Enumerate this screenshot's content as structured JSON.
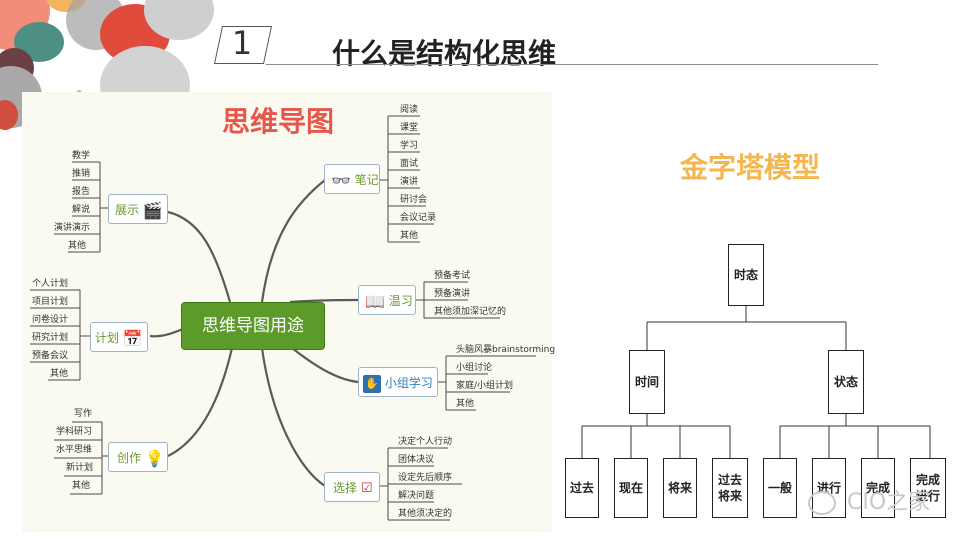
{
  "slide": {
    "number": "1",
    "title": "什么是结构化思维"
  },
  "mindmap": {
    "title": "思维导图",
    "center": "思维导图用途",
    "branches": [
      {
        "label": "展示",
        "icon": "clapperboard-icon",
        "leaves": [
          "教学",
          "推销",
          "报告",
          "解说",
          "演讲演示",
          "其他"
        ]
      },
      {
        "label": "计划",
        "icon": "calendar-icon",
        "leaves": [
          "个人计划",
          "项目计划",
          "问卷设计",
          "研究计划",
          "预备会议",
          "其他"
        ]
      },
      {
        "label": "创作",
        "icon": "lightbulb-icon",
        "leaves": [
          "写作",
          "学科研习",
          "水平思维",
          "新计划",
          "其他"
        ]
      },
      {
        "label": "笔记",
        "icon": "glasses-icon",
        "leaves": [
          "阅读",
          "课堂",
          "学习",
          "面试",
          "演讲",
          "研讨会",
          "会议记录",
          "其他"
        ]
      },
      {
        "label": "温习",
        "icon": "book-icon",
        "leaves": [
          "预备考试",
          "预备演讲",
          "其他须加深记忆的"
        ]
      },
      {
        "label": "小组学习",
        "icon": "group-icon",
        "leaves": [
          "头脑风暴brainstorming",
          "小组讨论",
          "家庭/小组计划",
          "其他"
        ]
      },
      {
        "label": "选择",
        "icon": "checkbox-icon",
        "leaves": [
          "决定个人行动",
          "团体决议",
          "设定先后顺序",
          "解决问题",
          "其他须决定的"
        ]
      }
    ]
  },
  "pyramid": {
    "title": "金字塔模型",
    "root": "时态",
    "level2": [
      "时间",
      "状态"
    ],
    "level3_time": [
      "过去",
      "现在",
      "将来",
      "过去\n将来"
    ],
    "level3_state": [
      "一般",
      "进行",
      "完成",
      "完成\n进行"
    ]
  },
  "watermark": "CIO之家",
  "colors": {
    "mm_title": "#e8564b",
    "pyramid_title": "#f3b74e",
    "center_fill": "#5c9b2a"
  }
}
